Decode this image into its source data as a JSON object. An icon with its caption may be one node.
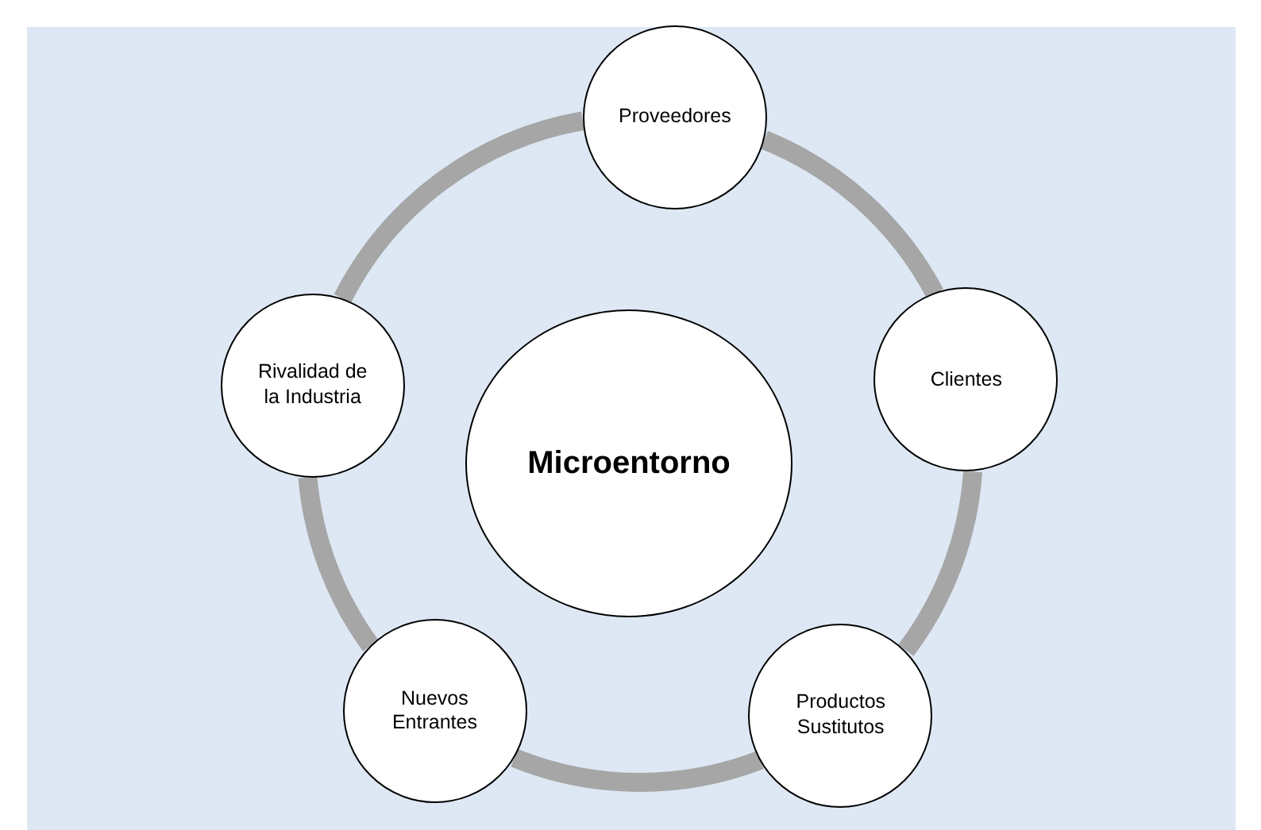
{
  "diagram": {
    "nodes": [
      {
        "text": [
          "Proveedores"
        ]
      },
      {
        "text": [
          "Clientes"
        ]
      },
      {
        "text": [
          "Productos Sustitutos"
        ]
      },
      {
        "text": [
          "Nuevos Entrantes"
        ]
      },
      {
        "text": [
          "Rivalidad de la Industria"
        ]
      },
      {
        "text": [
          "Microentorno"
        ]
      }
    ],
    "edges": [
      {
        "from": 0,
        "to": 1,
        "arrow": "none"
      },
      {
        "from": 1,
        "to": 2,
        "arrow": "none"
      },
      {
        "from": 2,
        "to": 3,
        "arrow": "none"
      },
      {
        "from": 3,
        "to": 4,
        "arrow": "none"
      },
      {
        "from": 4,
        "to": 0,
        "arrow": "none"
      }
    ]
  }
}
